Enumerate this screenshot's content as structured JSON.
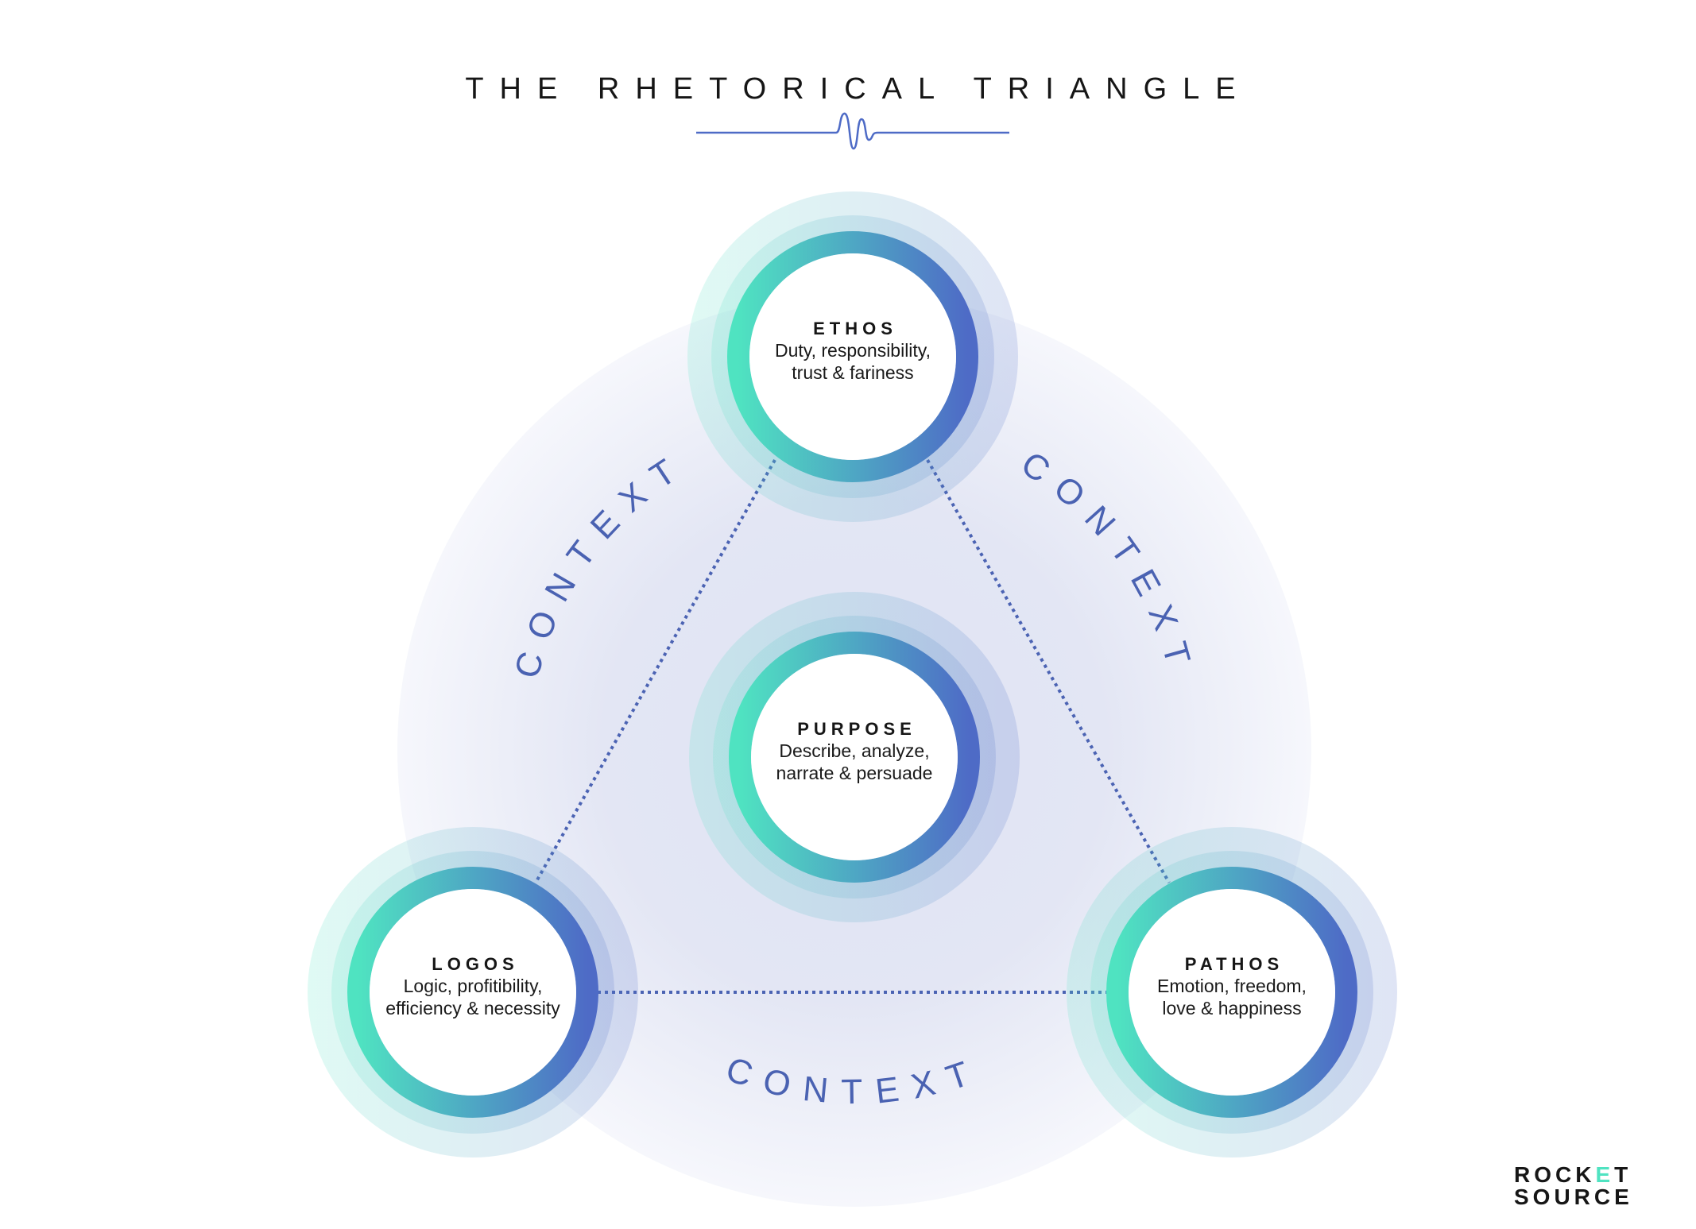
{
  "title": "THE RHETORICAL TRIANGLE",
  "nodes": {
    "ethos": {
      "heading": "ETHOS",
      "line1": "Duty, responsibility,",
      "line2": "trust & fariness"
    },
    "purpose": {
      "heading": "PURPOSE",
      "line1": "Describe, analyze,",
      "line2": "narrate & persuade"
    },
    "logos": {
      "heading": "LOGOS",
      "line1": "Logic, profitibility,",
      "line2": "efficiency & necessity"
    },
    "pathos": {
      "heading": "PATHOS",
      "line1": "Emotion, freedom,",
      "line2": "love & happiness"
    }
  },
  "context_labels": {
    "left": "CONTEXT",
    "right": "CONTEXT",
    "bottom": "CONTEXT"
  },
  "logo": {
    "line1": "ROCKET",
    "line2": "SOURCE"
  },
  "colors": {
    "teal": "#4fe3c1",
    "blue": "#4e6bc6",
    "context": "#4a62b2",
    "dots": "#4b63b3"
  }
}
